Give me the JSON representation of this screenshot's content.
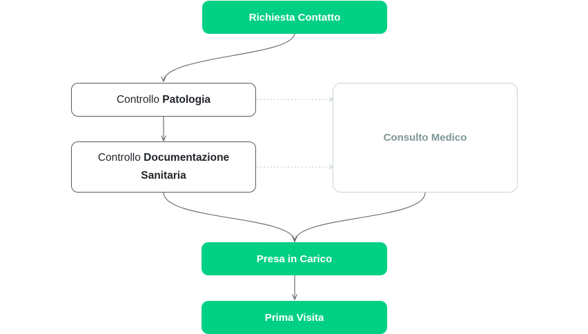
{
  "diagram": {
    "nodes": {
      "richiesta": {
        "label": "Richiesta Contatto"
      },
      "patologia": {
        "prefix": "Controllo",
        "emphasis": "Patologia"
      },
      "documentazione": {
        "prefix": "Controllo",
        "emphasis": "Documentazione",
        "emphasis2": "Sanitaria"
      },
      "consulto": {
        "label": "Consulto Medico"
      },
      "presa": {
        "label": "Presa in Carico"
      },
      "prima": {
        "label": "Prima Visita"
      }
    },
    "colors": {
      "primary_green": "#00d084",
      "outline": "#555a5e",
      "faded_outline": "#c8d4d4",
      "faded_text": "#7e9696",
      "connector": "#6b6f73",
      "dotted": "#b9c3c3"
    }
  }
}
